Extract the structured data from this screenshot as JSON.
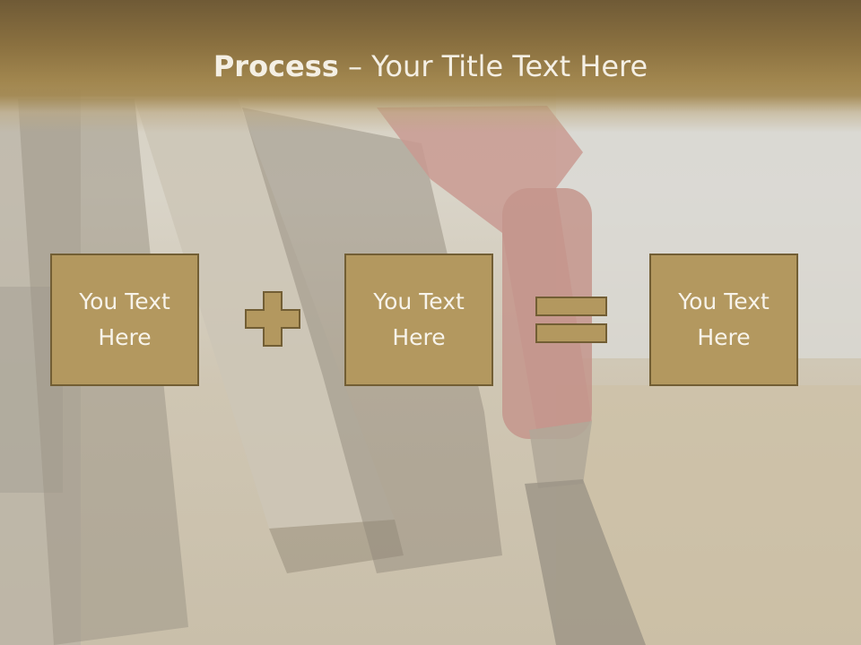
{
  "slide": {
    "title_bold": "Process",
    "title_rest": " – Your Title Text Here",
    "boxes": [
      {
        "text": "You Text Here"
      },
      {
        "text": "You Text Here"
      },
      {
        "text": "You Text Here"
      }
    ],
    "operators": [
      "plus-icon",
      "equals-icon"
    ]
  },
  "colors": {
    "header": "#8b7140",
    "box_fill": "#b3985f",
    "box_border": "#725e34",
    "box_text": "#f7f3ea",
    "title_text": "#f4efe4"
  },
  "background_image": "faded photo of a red fuel pump nozzle"
}
